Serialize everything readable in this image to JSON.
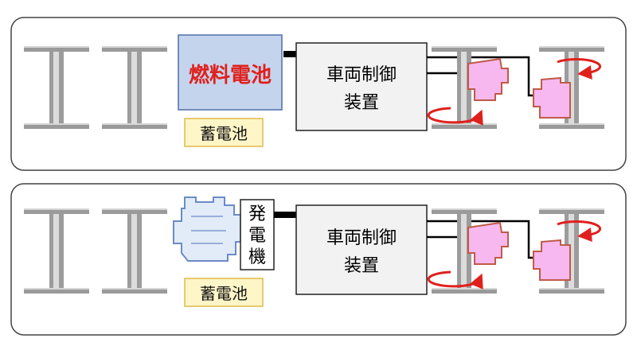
{
  "colors": {
    "fuel_cell_fill": "#c5d4ed",
    "fuel_cell_stroke": "#4f6fa8",
    "fuel_cell_text": "#e0201c",
    "battery_fill": "#fff6c8",
    "battery_stroke": "#e1b94a",
    "motor_fill": "#f6b8ee",
    "motor_stroke": "#c05a48",
    "rotation_arrow": "#e0201c",
    "engine_fill": "#e2ebf8",
    "engine_stroke": "#6a8cc7",
    "controller_fill": "#f2f2f2"
  },
  "panels": [
    {
      "power_source": {
        "label": "燃料電池"
      },
      "battery": {
        "label": "蓄電池"
      },
      "controller": {
        "label_line1": "車両制御",
        "label_line2": "装置"
      }
    },
    {
      "power_source": {
        "icon": "engine-icon"
      },
      "generator": {
        "label_chars": [
          "発",
          "電",
          "機"
        ]
      },
      "battery": {
        "label": "蓄電池"
      },
      "controller": {
        "label_line1": "車両制御",
        "label_line2": "装置"
      }
    }
  ]
}
